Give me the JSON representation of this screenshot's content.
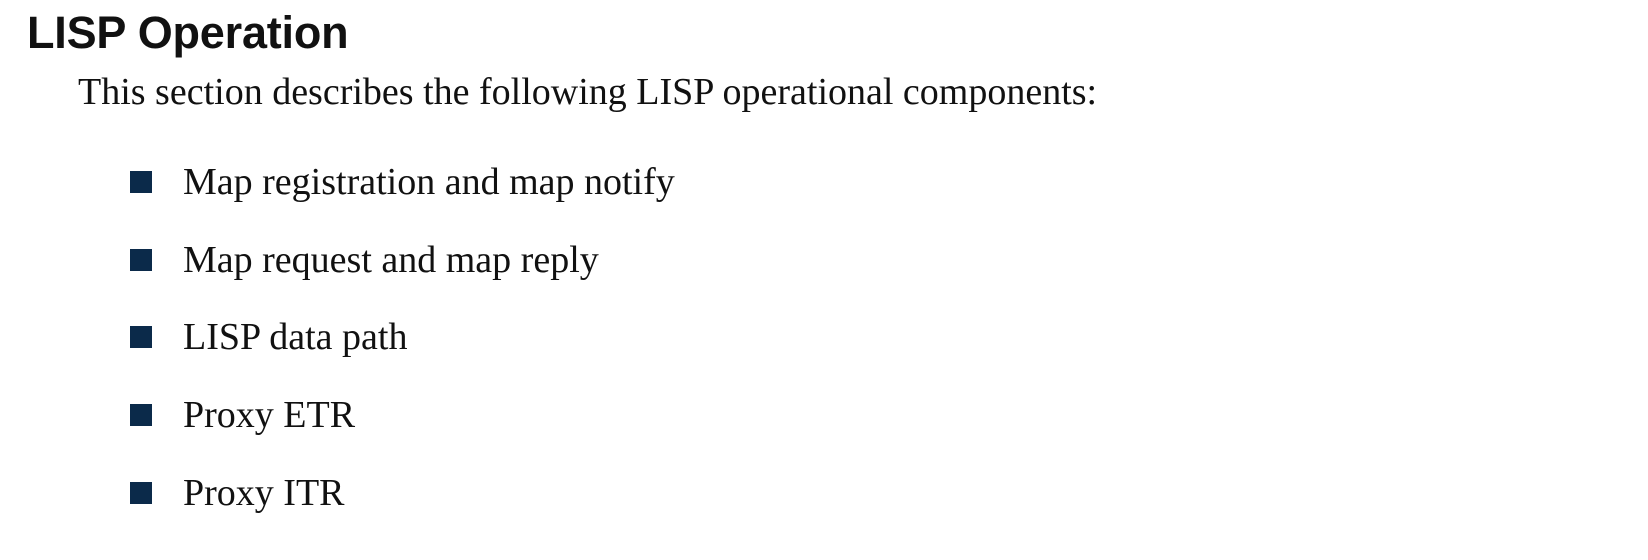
{
  "section": {
    "title": "LISP Operation",
    "intro": "This section describes the following LISP operational components:",
    "items": [
      {
        "label": "Map registration and map notify"
      },
      {
        "label": "Map request and map reply"
      },
      {
        "label": "LISP data path"
      },
      {
        "label": "Proxy ETR"
      },
      {
        "label": "Proxy ITR"
      }
    ]
  },
  "colors": {
    "bullet": "#0b2a4a",
    "text": "#111111",
    "background": "#ffffff"
  }
}
